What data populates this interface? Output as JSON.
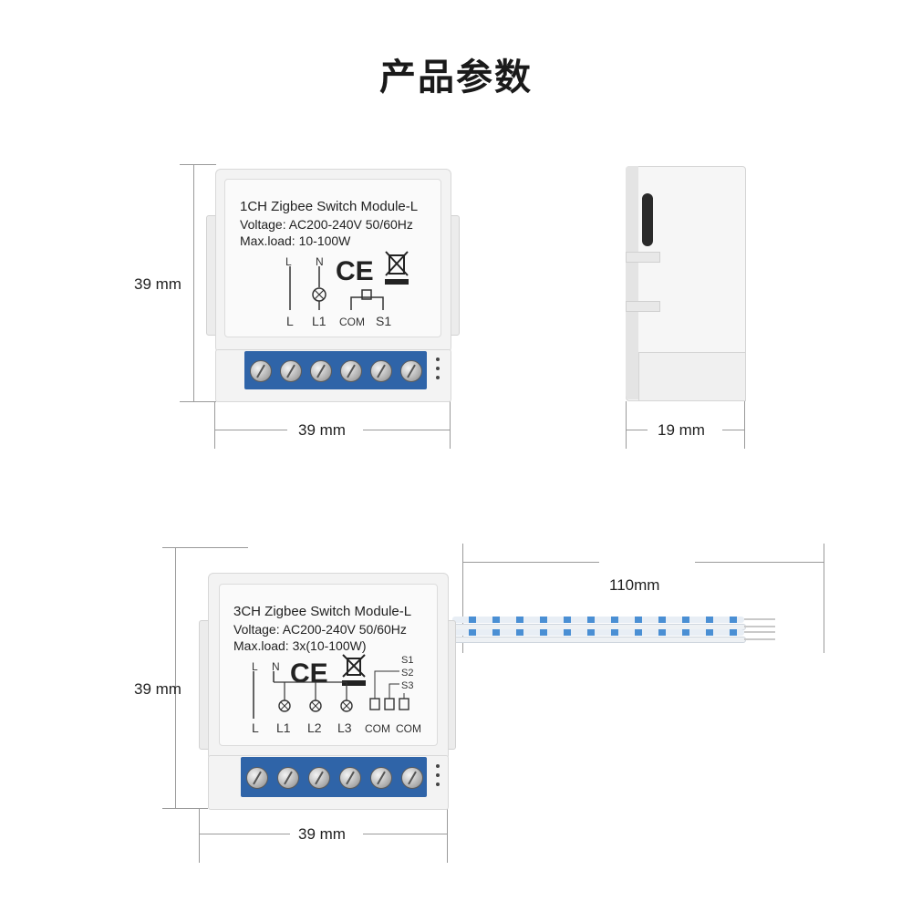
{
  "page": {
    "title": "产品参数"
  },
  "dimensions": {
    "top_height": "39 mm",
    "top_width": "39 mm",
    "side_depth": "19 mm",
    "bottom_height": "39 mm",
    "bottom_width": "39 mm",
    "wire_length": "110mm"
  },
  "module1": {
    "title": "1CH Zigbee Switch Module-L",
    "voltage": "Voltage: AC200-240V 50/60Hz",
    "maxload": "Max.load: 10-100W",
    "ce": "CE",
    "terminals_top": [
      "L",
      "N"
    ],
    "terminals_bottom": [
      "L",
      "L1",
      "COM",
      "S1"
    ]
  },
  "module3": {
    "title": "3CH Zigbee Switch Module-L",
    "voltage": "Voltage: AC200-240V 50/60Hz",
    "maxload": "Max.load: 3x(10-100W)",
    "ce": "CE",
    "terminals_top": [
      "L",
      "N"
    ],
    "switch_labels": [
      "S1",
      "S2",
      "S3"
    ],
    "terminals_bottom": [
      "L",
      "L1",
      "L2",
      "L3",
      "COM",
      "COM"
    ]
  },
  "icons": [
    "ce-mark-icon",
    "weee-bin-icon",
    "lamp-icon",
    "button-switch-icon",
    "screw-icon"
  ],
  "colors": {
    "terminal_block": "#2f64a8",
    "wire_stripe": "#4a8fd4",
    "dimension_line": "#9a9a9a"
  }
}
